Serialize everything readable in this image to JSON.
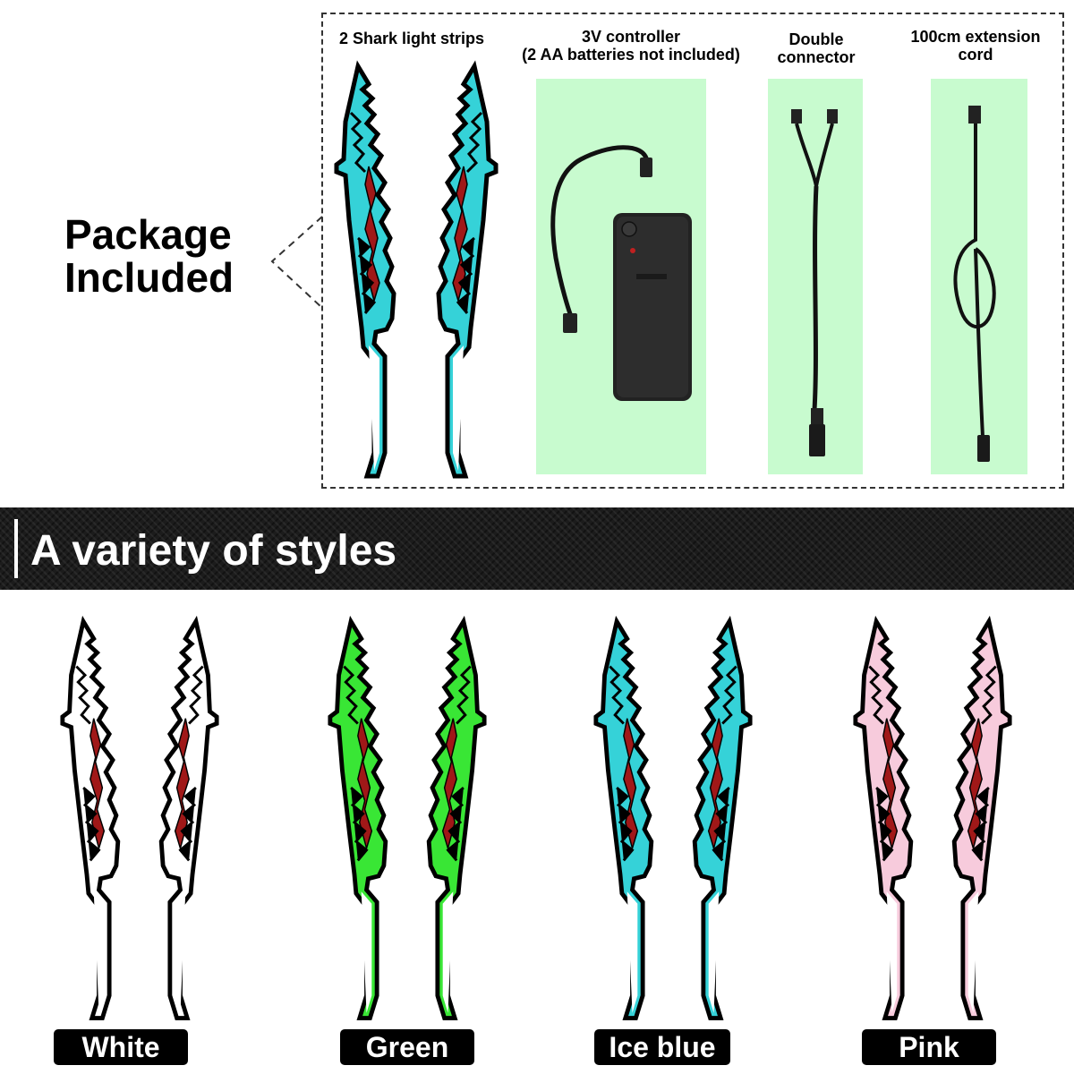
{
  "package": {
    "title_line1": "Package",
    "title_line2": "Included",
    "items": [
      {
        "caption_line1": "2 Shark light strips",
        "caption_line2": ""
      },
      {
        "caption_line1": "3V controller",
        "caption_line2": "(2 AA batteries not included)"
      },
      {
        "caption_line1": "Double",
        "caption_line2": "connector"
      },
      {
        "caption_line1": "100cm extension",
        "caption_line2": "cord"
      }
    ]
  },
  "banner": {
    "title": "A variety of styles"
  },
  "styles": [
    {
      "label": "White",
      "fill": "#ffffff"
    },
    {
      "label": "Green",
      "fill": "#39e635"
    },
    {
      "label": "Ice blue",
      "fill": "#35d2d8"
    },
    {
      "label": "Pink",
      "fill": "#f7cbdc"
    }
  ],
  "colors": {
    "panel_bg": "#c8fbcf",
    "tongue": "#a01818",
    "outline": "#000000",
    "package_strip_fill": "#35d2d8"
  }
}
